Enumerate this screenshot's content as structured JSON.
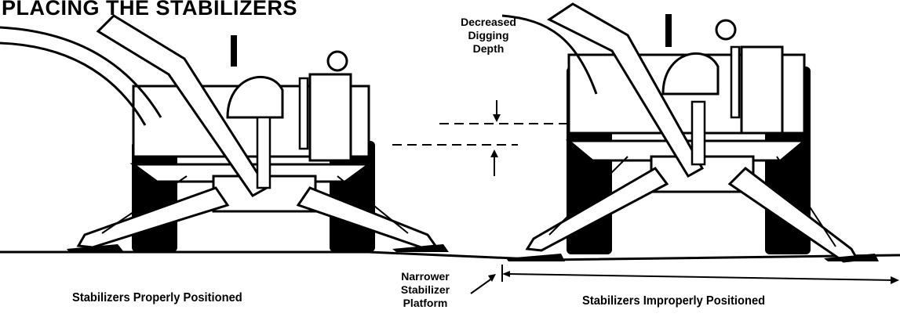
{
  "title": "PLACING THE STABILIZERS",
  "left_caption": "Stabilizers Properly Positioned",
  "right_caption": "Stabilizers Improperly Positioned",
  "depth_annotation": {
    "line1": "Decreased",
    "line2": "Digging",
    "line3": "Depth"
  },
  "platform_annotation": {
    "line1": "Narrower",
    "line2": "Stabilizer",
    "line3": "Platform"
  },
  "colors": {
    "ink": "#000000",
    "paper": "#ffffff"
  }
}
